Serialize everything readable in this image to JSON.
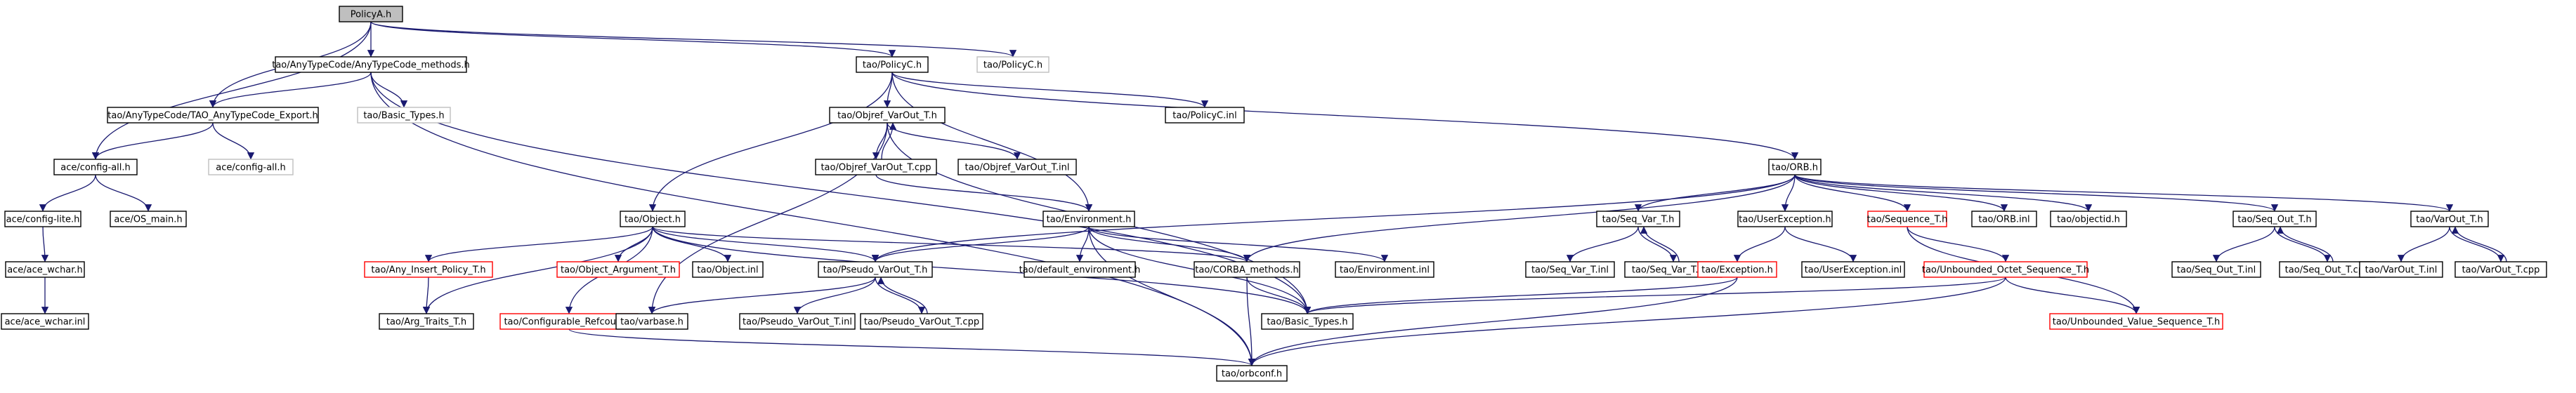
{
  "colors": {
    "edge": "#191970",
    "text": "#000000",
    "border_normal": "#000000",
    "border_missing": "#bfbfbf",
    "border_truncated": "#ff0000",
    "fill_root": "#bfbfbf",
    "fill": "#ffffff"
  },
  "graph": {
    "nodes": [
      {
        "id": "n0",
        "label": "PolicyA.h",
        "kind": "root"
      },
      {
        "id": "n1",
        "label": "tao/AnyTypeCode/AnyTypeCode_methods.h",
        "kind": "normal"
      },
      {
        "id": "n2",
        "label": "tao/PolicyC.h",
        "kind": "normal"
      },
      {
        "id": "n3",
        "label": "tao/PolicyC.h",
        "kind": "missing"
      },
      {
        "id": "n4",
        "label": "tao/AnyTypeCode/TAO_AnyTypeCode_Export.h",
        "kind": "normal"
      },
      {
        "id": "n5",
        "label": "tao/Basic_Types.h",
        "kind": "missing"
      },
      {
        "id": "n6",
        "label": "ace/config-all.h",
        "kind": "normal"
      },
      {
        "id": "n7",
        "label": "ace/config-all.h",
        "kind": "missing"
      },
      {
        "id": "n8",
        "label": "ace/config-lite.h",
        "kind": "normal"
      },
      {
        "id": "n9",
        "label": "ace/OS_main.h",
        "kind": "normal"
      },
      {
        "id": "n10",
        "label": "ace/ace_wchar.h",
        "kind": "normal"
      },
      {
        "id": "n11",
        "label": "ace/ace_wchar.inl",
        "kind": "normal"
      },
      {
        "id": "n12",
        "label": "tao/Objref_VarOut_T.h",
        "kind": "normal"
      },
      {
        "id": "n13",
        "label": "tao/PolicyC.inl",
        "kind": "normal"
      },
      {
        "id": "n14",
        "label": "tao/Objref_VarOut_T.cpp",
        "kind": "normal"
      },
      {
        "id": "n15",
        "label": "tao/Objref_VarOut_T.inl",
        "kind": "normal"
      },
      {
        "id": "n16",
        "label": "tao/Object.h",
        "kind": "normal"
      },
      {
        "id": "n17",
        "label": "tao/Environment.h",
        "kind": "normal"
      },
      {
        "id": "n18",
        "label": "tao/ORB.h",
        "kind": "normal"
      },
      {
        "id": "n19",
        "label": "tao/Any_Insert_Policy_T.h",
        "kind": "truncated"
      },
      {
        "id": "n20",
        "label": "tao/Object_Argument_T.h",
        "kind": "truncated"
      },
      {
        "id": "n21",
        "label": "tao/Object.inl",
        "kind": "normal"
      },
      {
        "id": "n22",
        "label": "tao/Pseudo_VarOut_T.h",
        "kind": "normal"
      },
      {
        "id": "n23",
        "label": "tao/default_environment.h",
        "kind": "normal"
      },
      {
        "id": "n24",
        "label": "tao/CORBA_methods.h",
        "kind": "normal"
      },
      {
        "id": "n25",
        "label": "tao/Environment.inl",
        "kind": "normal"
      },
      {
        "id": "n26",
        "label": "tao/Arg_Traits_T.h",
        "kind": "normal"
      },
      {
        "id": "n27",
        "label": "tao/Configurable_Refcount.h",
        "kind": "truncated"
      },
      {
        "id": "n28",
        "label": "tao/varbase.h",
        "kind": "normal"
      },
      {
        "id": "n29",
        "label": "tao/Pseudo_VarOut_T.inl",
        "kind": "normal"
      },
      {
        "id": "n30",
        "label": "tao/Pseudo_VarOut_T.cpp",
        "kind": "normal"
      },
      {
        "id": "n31",
        "label": "tao/Basic_Types.h",
        "kind": "normal"
      },
      {
        "id": "n32",
        "label": "tao/orbconf.h",
        "kind": "normal"
      },
      {
        "id": "n33",
        "label": "tao/Seq_Var_T.h",
        "kind": "normal"
      },
      {
        "id": "n34",
        "label": "tao/UserException.h",
        "kind": "normal"
      },
      {
        "id": "n35",
        "label": "tao/Sequence_T.h",
        "kind": "truncated"
      },
      {
        "id": "n36",
        "label": "tao/ORB.inl",
        "kind": "normal"
      },
      {
        "id": "n37",
        "label": "tao/objectid.h",
        "kind": "normal"
      },
      {
        "id": "n38",
        "label": "tao/Seq_Out_T.h",
        "kind": "normal"
      },
      {
        "id": "n39",
        "label": "tao/VarOut_T.h",
        "kind": "normal"
      },
      {
        "id": "n40",
        "label": "tao/Seq_Var_T.inl",
        "kind": "normal"
      },
      {
        "id": "n41",
        "label": "tao/Seq_Var_T.cpp",
        "kind": "normal"
      },
      {
        "id": "n42",
        "label": "tao/Exception.h",
        "kind": "truncated"
      },
      {
        "id": "n43",
        "label": "tao/UserException.inl",
        "kind": "normal"
      },
      {
        "id": "n44",
        "label": "tao/Unbounded_Octet_Sequence_T.h",
        "kind": "truncated"
      },
      {
        "id": "n45",
        "label": "tao/Unbounded_Value_Sequence_T.h",
        "kind": "truncated"
      },
      {
        "id": "n46",
        "label": "tao/Seq_Out_T.inl",
        "kind": "normal"
      },
      {
        "id": "n47",
        "label": "tao/Seq_Out_T.cpp",
        "kind": "normal"
      },
      {
        "id": "n48",
        "label": "tao/VarOut_T.inl",
        "kind": "normal"
      },
      {
        "id": "n49",
        "label": "tao/VarOut_T.cpp",
        "kind": "normal"
      }
    ],
    "edges": [
      [
        "n0",
        "n1"
      ],
      [
        "n0",
        "n2"
      ],
      [
        "n0",
        "n3"
      ],
      [
        "n0",
        "n4"
      ],
      [
        "n0",
        "n6"
      ],
      [
        "n1",
        "n4"
      ],
      [
        "n1",
        "n5"
      ],
      [
        "n1",
        "n31"
      ],
      [
        "n1",
        "n32"
      ],
      [
        "n2",
        "n12"
      ],
      [
        "n2",
        "n13"
      ],
      [
        "n2",
        "n16"
      ],
      [
        "n2",
        "n17"
      ],
      [
        "n2",
        "n18"
      ],
      [
        "n4",
        "n6"
      ],
      [
        "n4",
        "n7"
      ],
      [
        "n6",
        "n8"
      ],
      [
        "n6",
        "n9"
      ],
      [
        "n8",
        "n10"
      ],
      [
        "n10",
        "n11"
      ],
      [
        "n12",
        "n14"
      ],
      [
        "n12",
        "n15"
      ],
      [
        "n12",
        "n28"
      ],
      [
        "n12",
        "n31"
      ],
      [
        "n14",
        "n12"
      ],
      [
        "n14",
        "n17"
      ],
      [
        "n16",
        "n19"
      ],
      [
        "n16",
        "n20"
      ],
      [
        "n16",
        "n21"
      ],
      [
        "n16",
        "n22"
      ],
      [
        "n16",
        "n24"
      ],
      [
        "n16",
        "n26"
      ],
      [
        "n16",
        "n27"
      ],
      [
        "n16",
        "n31"
      ],
      [
        "n17",
        "n22"
      ],
      [
        "n17",
        "n23"
      ],
      [
        "n17",
        "n24"
      ],
      [
        "n17",
        "n25"
      ],
      [
        "n17",
        "n31"
      ],
      [
        "n17",
        "n32"
      ],
      [
        "n18",
        "n22"
      ],
      [
        "n18",
        "n24"
      ],
      [
        "n18",
        "n33"
      ],
      [
        "n18",
        "n34"
      ],
      [
        "n18",
        "n35"
      ],
      [
        "n18",
        "n36"
      ],
      [
        "n18",
        "n37"
      ],
      [
        "n18",
        "n38"
      ],
      [
        "n18",
        "n39"
      ],
      [
        "n19",
        "n26"
      ],
      [
        "n22",
        "n28"
      ],
      [
        "n22",
        "n29"
      ],
      [
        "n22",
        "n30"
      ],
      [
        "n30",
        "n22"
      ],
      [
        "n24",
        "n31"
      ],
      [
        "n24",
        "n32"
      ],
      [
        "n27",
        "n32"
      ],
      [
        "n33",
        "n40"
      ],
      [
        "n33",
        "n41"
      ],
      [
        "n41",
        "n33"
      ],
      [
        "n34",
        "n42"
      ],
      [
        "n34",
        "n43"
      ],
      [
        "n42",
        "n31"
      ],
      [
        "n42",
        "n32"
      ],
      [
        "n35",
        "n44"
      ],
      [
        "n35",
        "n45"
      ],
      [
        "n44",
        "n31"
      ],
      [
        "n44",
        "n32"
      ],
      [
        "n44",
        "n45"
      ],
      [
        "n38",
        "n46"
      ],
      [
        "n38",
        "n47"
      ],
      [
        "n47",
        "n38"
      ],
      [
        "n39",
        "n48"
      ],
      [
        "n39",
        "n49"
      ],
      [
        "n49",
        "n39"
      ]
    ]
  }
}
